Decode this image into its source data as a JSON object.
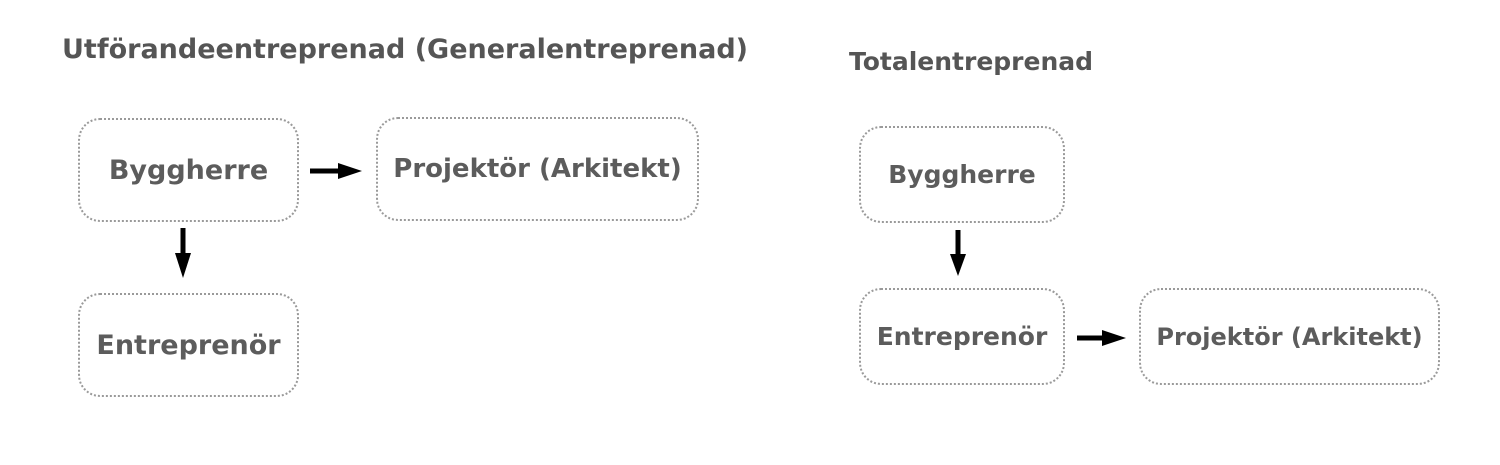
{
  "left": {
    "title": "Utförandeentreprenad (Generalentreprenad)",
    "nodes": {
      "byggherre": "Byggherre",
      "projektor": "Projektör (Arkitekt)",
      "entreprenor": "Entreprenör"
    }
  },
  "right": {
    "title": "Totalentreprenad",
    "nodes": {
      "byggherre": "Byggherre",
      "entreprenor": "Entreprenör",
      "projektor": "Projektör (Arkitekt)"
    }
  },
  "colors": {
    "text": "#5a5a5a",
    "border": "#9a9a9a",
    "arrow": "#000000"
  }
}
